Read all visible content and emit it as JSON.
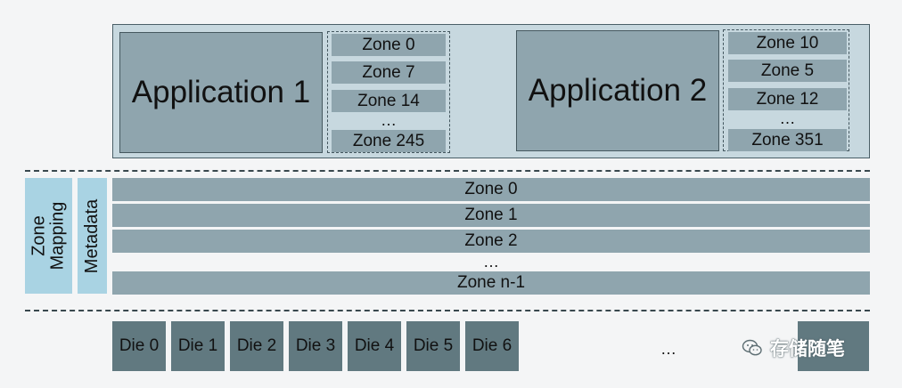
{
  "applications": [
    {
      "label": "Application 1",
      "zones": [
        "Zone 0",
        "Zone 7",
        "Zone 14"
      ],
      "ellipsis": "…",
      "last_zone": "Zone 245"
    },
    {
      "label": "Application 2",
      "zones": [
        "Zone 10",
        "Zone 5",
        "Zone 12"
      ],
      "ellipsis": "…",
      "last_zone": "Zone 351"
    }
  ],
  "side_labels": {
    "zone_mapping": "Zone\nMapping",
    "metadata": "Metadata"
  },
  "device_zones": {
    "rows": [
      "Zone 0",
      "Zone 1",
      "Zone 2"
    ],
    "ellipsis": "…",
    "last": "Zone n-1"
  },
  "dies": {
    "items": [
      "Die 0",
      "Die 1",
      "Die 2",
      "Die 3",
      "Die 4",
      "Die 5",
      "Die 6"
    ],
    "ellipsis": "…"
  },
  "watermark": {
    "text": "存储随笔",
    "icon": "wechat-icon"
  },
  "colors": {
    "zone_fill": "#8fa5ae",
    "app_host_fill": "#c7d8df",
    "side_fill": "#a9d3e3",
    "die_fill": "#617980"
  }
}
